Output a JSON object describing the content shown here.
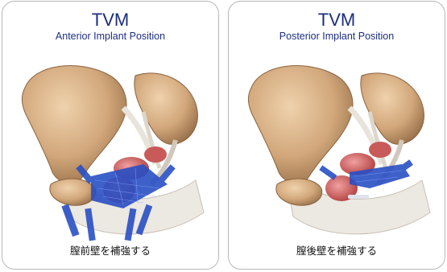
{
  "panels": [
    {
      "title": "TVM",
      "subtitle": "Anterior Implant Position",
      "caption": "膣前壁を補強する"
    },
    {
      "title": "TVM",
      "subtitle": "Posterior Implant Position",
      "caption": "膣後壁を補強する"
    }
  ],
  "colors": {
    "title": "#1c2e7f",
    "bone": "#d9b38c",
    "bone_shadow": "#a9825b",
    "tissue": "#d96a6a",
    "mesh": "#2a4fc4",
    "ligament": "#e8e4dc"
  }
}
